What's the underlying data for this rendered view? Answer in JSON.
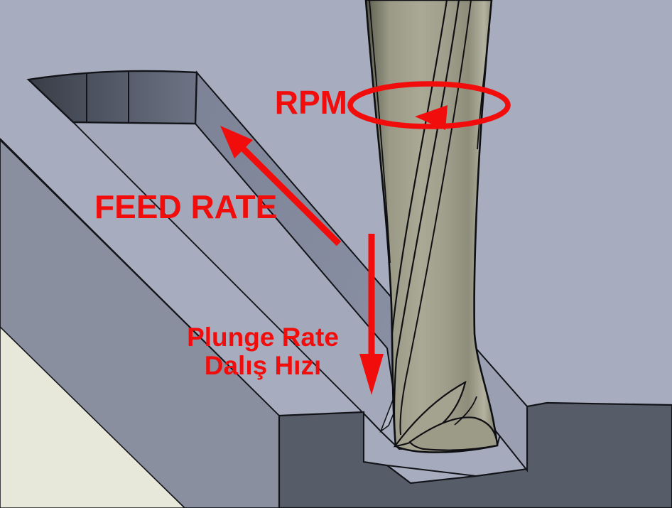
{
  "scene": {
    "type": "cad-milling-diagram",
    "description": "Tapered spiral end mill plunging into a milled slot of a gray workpiece, isometric CAD render",
    "colors": {
      "workpiece_top": "#a7acbe",
      "slot_floor": "#a3a9bb",
      "slot_shadow_wall": "#868c9f",
      "slot_end_wall_dark": "#383d47",
      "slot_end_wall_light": "#6e7485",
      "workpiece_left_face": "#8a8fa0",
      "workpiece_front_face": "#575d68",
      "pocket_wall": "#9aa0b1",
      "background_surface": "#e8e8da",
      "tool_body": "#a9a995",
      "accent_red": "#f20d0d",
      "edge_line": "#121419"
    }
  },
  "annotations": {
    "rpm": {
      "label": "RPM",
      "arrow": "rotation-ellipse-counterclockwise"
    },
    "feed": {
      "label": "FEED RATE",
      "arrow": "up-left-along-slot"
    },
    "plunge": {
      "label_line1": "Plunge Rate",
      "label_line2": "Dalış Hızı",
      "arrow": "straight-down"
    }
  }
}
